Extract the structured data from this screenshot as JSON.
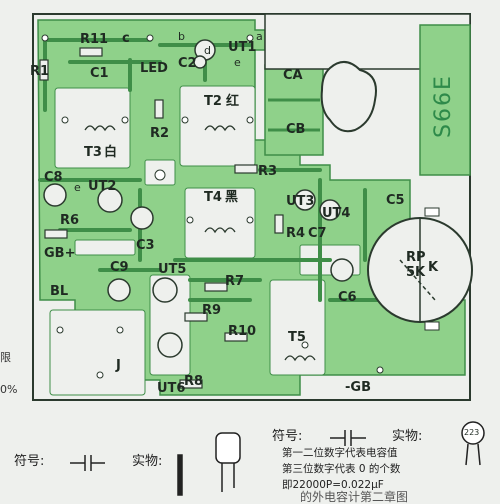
{
  "board": {
    "model": "S66E",
    "labels": {
      "R1": "R1",
      "R11": "R11",
      "c1": "c",
      "UT1": "UT1",
      "b1": "b",
      "d": "d",
      "a": "a",
      "C1": "C1",
      "LED": "LED",
      "C2": "C2",
      "e1": "e",
      "CA": "CA",
      "CB": "CB",
      "R2": "R2",
      "T2": "T2",
      "hong": "红",
      "T3": "T3",
      "bai": "白",
      "C8": "C8",
      "UT2": "UT2",
      "e2": "e",
      "R3": "R3",
      "T4": "T4",
      "hei": "黑",
      "UT3": "UT3",
      "UT4": "UT4",
      "C5": "C5",
      "R6": "R6",
      "C3": "C3",
      "R4": "R4",
      "C7": "C7",
      "GB_plus": "GB+",
      "RP": "RP",
      "5K": "5K",
      "K": "K",
      "C9": "C9",
      "UT5": "UT5",
      "C6": "C6",
      "BL": "BL",
      "R7": "R7",
      "R9": "R9",
      "R10": "R10",
      "T5": "T5",
      "J": "J",
      "UT6": "UT6",
      "R8": "R8",
      "GB_minus": "-GB"
    },
    "edge_text": {
      "left1": "限",
      "left2": "0%"
    }
  },
  "legend": {
    "symbol_label_left": "符号:",
    "object_label_left": "实物:",
    "symbol_label_right": "符号:",
    "object_label_right": "实物:",
    "cap_code": "223",
    "notes": [
      "第一二位数字代表电容值",
      "第三位数字代表 0 的个数",
      "即22000P=0.022μF"
    ],
    "cut_text": "的外电容计第二章图"
  },
  "colors": {
    "pcb_green": "#8fd18a",
    "trace_dark": "#3f8e48",
    "outline": "#2b3a2e"
  }
}
